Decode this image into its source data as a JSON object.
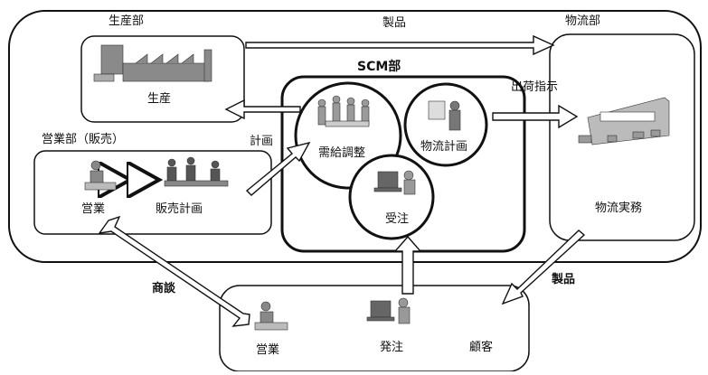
{
  "sections": {
    "production_dept": "生産部",
    "logistics_dept": "物流部",
    "scm_dept": "SCM部",
    "sales_dept": "営業部（販売）",
    "customer": "顧客"
  },
  "nodes": {
    "production": "生産",
    "demand_supply_adjustment": "需給調整",
    "logistics_planning": "物流計画",
    "order_receiving": "受注",
    "logistics_operations": "物流実務",
    "sales": "営業",
    "sales_planning": "販売計画",
    "customer_sales": "営業",
    "ordering": "発注"
  },
  "flows": {
    "product_top": "製品",
    "shipping_instruction": "出荷指示",
    "plan": "計画",
    "business_negotiation": "商談",
    "product_bottom": "製品"
  },
  "icons": {
    "factory": "factory-icon",
    "meeting": "meeting-people-icon",
    "planner": "presenter-icon",
    "operator": "computer-operator-icon",
    "warehouse": "warehouse-trucks-icon",
    "phone_worker": "phone-desk-worker-icon",
    "sales_meeting": "sales-meeting-icon",
    "customer_operator": "customer-computer-operator-icon"
  },
  "colors": {
    "line": "#111111",
    "fill": "#ffffff",
    "figure_gray": "#8a8a8a"
  }
}
